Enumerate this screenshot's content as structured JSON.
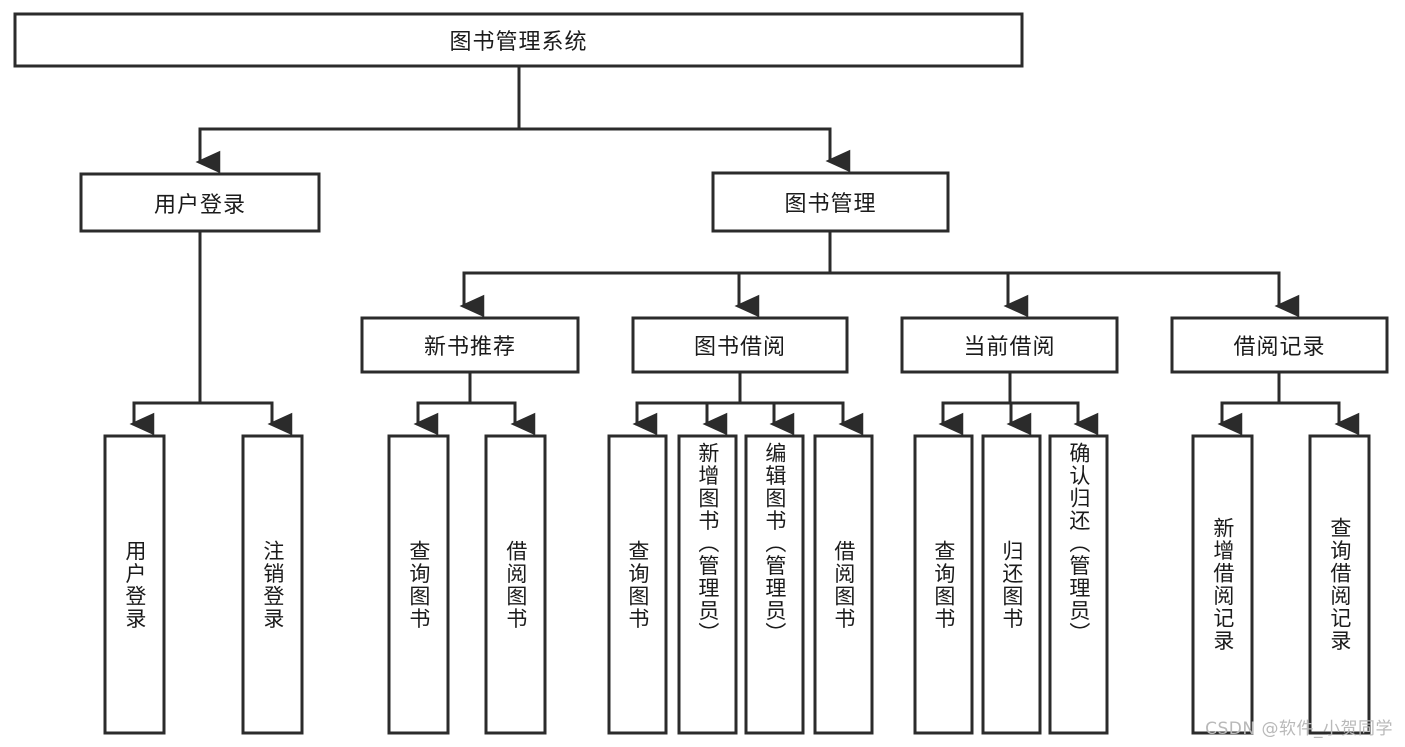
{
  "diagram": {
    "type": "tree-hierarchy-flowchart",
    "title": "图书管理系统",
    "colors": {
      "stroke": "#2b2b2b",
      "fill": "#ffffff",
      "text": "#1b1b1b",
      "watermark": "#b9b9b9",
      "background": "#ffffff"
    },
    "root": {
      "label": "图书管理系统"
    },
    "level2": [
      {
        "label": "用户登录"
      },
      {
        "label": "图书管理"
      }
    ],
    "level3": [
      {
        "label": "新书推荐"
      },
      {
        "label": "图书借阅"
      },
      {
        "label": "当前借阅"
      },
      {
        "label": "借阅记录"
      }
    ],
    "leaves": {
      "user_login": [
        {
          "label": "用户登录"
        },
        {
          "label": "注销登录"
        }
      ],
      "new_book_recommend": [
        {
          "label": "查询图书"
        },
        {
          "label": "借阅图书"
        }
      ],
      "book_borrow": [
        {
          "label": "查询图书"
        },
        {
          "label": "新增图书（管理员）"
        },
        {
          "label": "编辑图书（管理员）"
        },
        {
          "label": "借阅图书"
        }
      ],
      "current_borrow": [
        {
          "label": "查询图书"
        },
        {
          "label": "归还图书"
        },
        {
          "label": "确认归还（管理员）"
        }
      ],
      "borrow_record": [
        {
          "label": "新增借阅记录"
        },
        {
          "label": "查询借阅记录"
        }
      ]
    },
    "watermark": "CSDN @软件_小贺同学"
  }
}
